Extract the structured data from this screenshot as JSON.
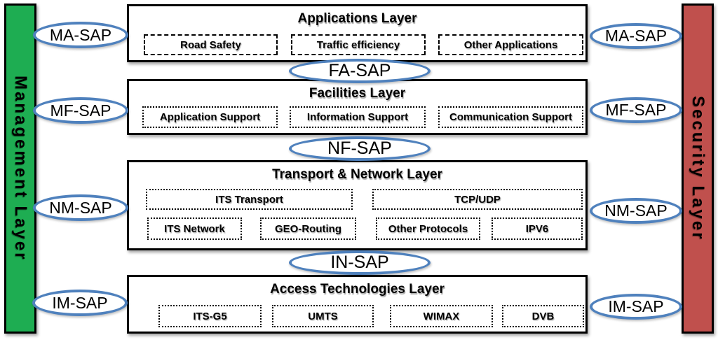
{
  "bars": {
    "management": {
      "label": "Management Layer",
      "color": "#1EAD52"
    },
    "security": {
      "label": "Security Layer",
      "color": "#C0504D"
    }
  },
  "accent": {
    "sap_ellipse_stroke": "#4F81BD",
    "layer_border": "#000000"
  },
  "layers": [
    {
      "title": "Applications Layer",
      "boxes": [
        {
          "label": "Road Safety"
        },
        {
          "label": "Traffic efficiency"
        },
        {
          "label": "Other Applications"
        }
      ]
    },
    {
      "title": "Facilities Layer",
      "boxes": [
        {
          "label": "Application Support"
        },
        {
          "label": "Information Support"
        },
        {
          "label": "Communication Support"
        }
      ]
    },
    {
      "title": "Transport & Network Layer",
      "boxes": [
        {
          "label": "ITS Transport"
        },
        {
          "label": "TCP/UDP"
        },
        {
          "label": "ITS Network"
        },
        {
          "label": "GEO-Routing"
        },
        {
          "label": "Other Protocols"
        },
        {
          "label": "IPV6"
        }
      ]
    },
    {
      "title": "Access Technologies Layer",
      "boxes": [
        {
          "label": "ITS-G5"
        },
        {
          "label": "UMTS"
        },
        {
          "label": "WIMAX"
        },
        {
          "label": "DVB"
        }
      ]
    }
  ],
  "saps": {
    "left": [
      {
        "label": "MA-SAP"
      },
      {
        "label": "MF-SAP"
      },
      {
        "label": "NM-SAP"
      },
      {
        "label": "IM-SAP"
      }
    ],
    "right": [
      {
        "label": "MA-SAP"
      },
      {
        "label": "MF-SAP"
      },
      {
        "label": "NM-SAP"
      },
      {
        "label": "IM-SAP"
      }
    ],
    "middle": [
      {
        "label": "FA-SAP"
      },
      {
        "label": "NF-SAP"
      },
      {
        "label": "IN-SAP"
      }
    ]
  }
}
